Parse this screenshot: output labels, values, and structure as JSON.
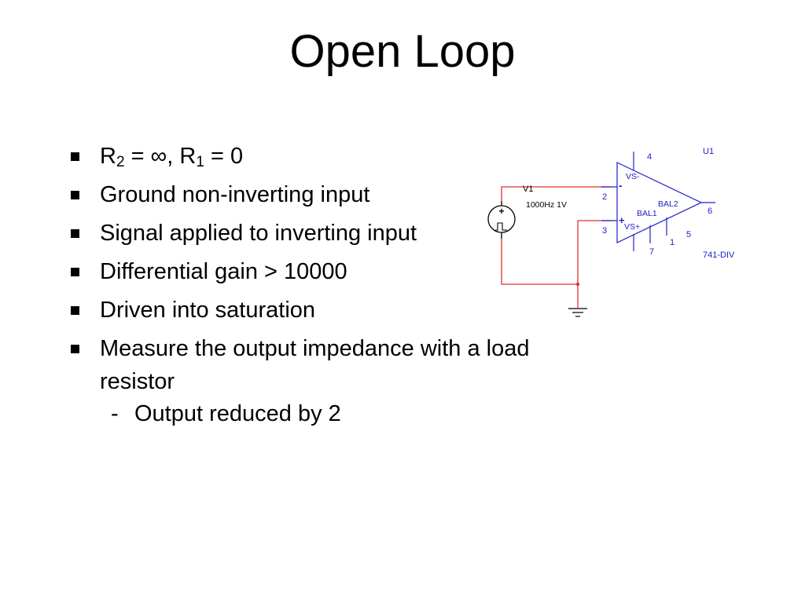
{
  "slide": {
    "title": "Open Loop",
    "bullets": [
      {
        "type": "resistors",
        "r2_prefix": "R",
        "r2_sub": "2",
        "r2_mid": " = ∞, R",
        "r1_sub": "1",
        "r1_tail": " = 0"
      },
      {
        "text": "Ground non-inverting input"
      },
      {
        "text": "Signal applied to inverting input"
      },
      {
        "text": "Differential gain > 10000"
      },
      {
        "text": "Driven into saturation"
      },
      {
        "text": "Measure the output impedance with a load resistor"
      }
    ],
    "sub_bullets": [
      {
        "dash": "-",
        "text": "Output reduced by 2"
      }
    ]
  },
  "schematic": {
    "colors": {
      "wire": "#e03030",
      "opamp": "#2020c8",
      "source": "#000000",
      "ground": "#000000"
    },
    "source": {
      "label": "V1",
      "value": "1000Hz  1V",
      "plus": "+"
    },
    "opamp": {
      "ref": "U1",
      "model": "741-DIV",
      "vs_minus": "VS-",
      "vs_plus": "VS+",
      "bal1": "BAL1",
      "bal2": "BAL2",
      "minus_sign": "-",
      "plus_sign": "+",
      "pins": {
        "p1": "1",
        "p2": "2",
        "p3": "3",
        "p4": "4",
        "p5": "5",
        "p6": "6",
        "p7": "7"
      }
    }
  }
}
